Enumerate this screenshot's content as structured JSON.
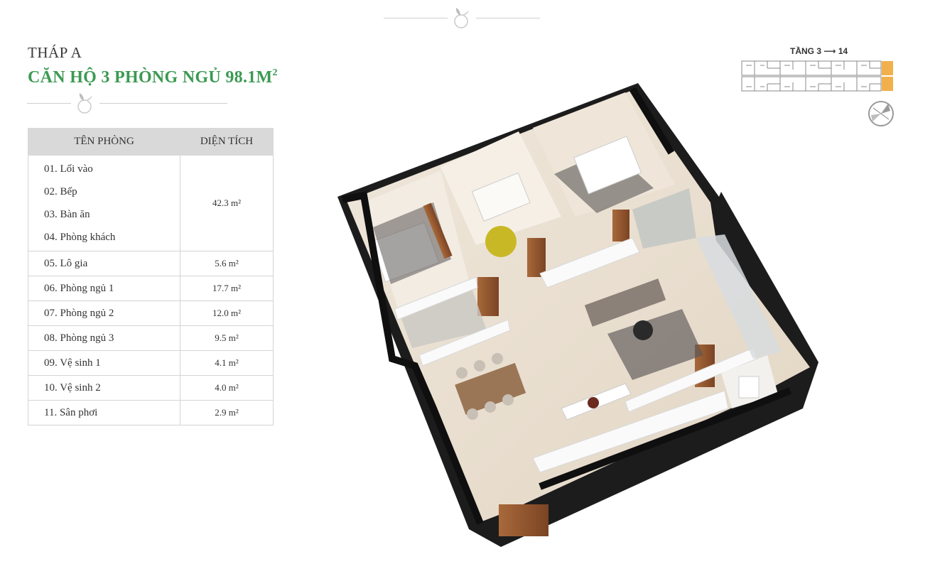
{
  "header": {
    "tower": "THÁP A",
    "title_main": "CĂN HỘ 3 PHÒNG NGỦ 98.1M",
    "title_sup": "2"
  },
  "table": {
    "col_room": "TÊN PHÒNG",
    "col_area": "DIỆN TÍCH",
    "group": {
      "rooms": [
        "01. Lối vào",
        "02. Bếp",
        "03. Bàn ăn",
        "04. Phòng khách"
      ],
      "area": "42.3 m²"
    },
    "rows": [
      {
        "name": "05. Lô gia",
        "area": "5.6 m²"
      },
      {
        "name": "06. Phòng ngủ 1",
        "area": "17.7 m²"
      },
      {
        "name": "07. Phòng ngủ 2",
        "area": "12.0 m²"
      },
      {
        "name": "08. Phòng ngủ 3",
        "area": "9.5 m²"
      },
      {
        "name": "09. Vệ sinh 1",
        "area": "4.1 m²"
      },
      {
        "name": "10. Vệ sinh 2",
        "area": "4.0 m²"
      },
      {
        "name": "11. Sân phơi",
        "area": "2.9 m²"
      }
    ]
  },
  "keyplan": {
    "floor_range": "TẦNG 3 ⟶ 14",
    "highlight_color": "#f2b04c"
  },
  "icons": {
    "ornament": "leaf-circle-icon",
    "compass": "compass-icon"
  },
  "colors": {
    "title_green": "#3b9a52",
    "header_gray": "#d9d9d9"
  }
}
